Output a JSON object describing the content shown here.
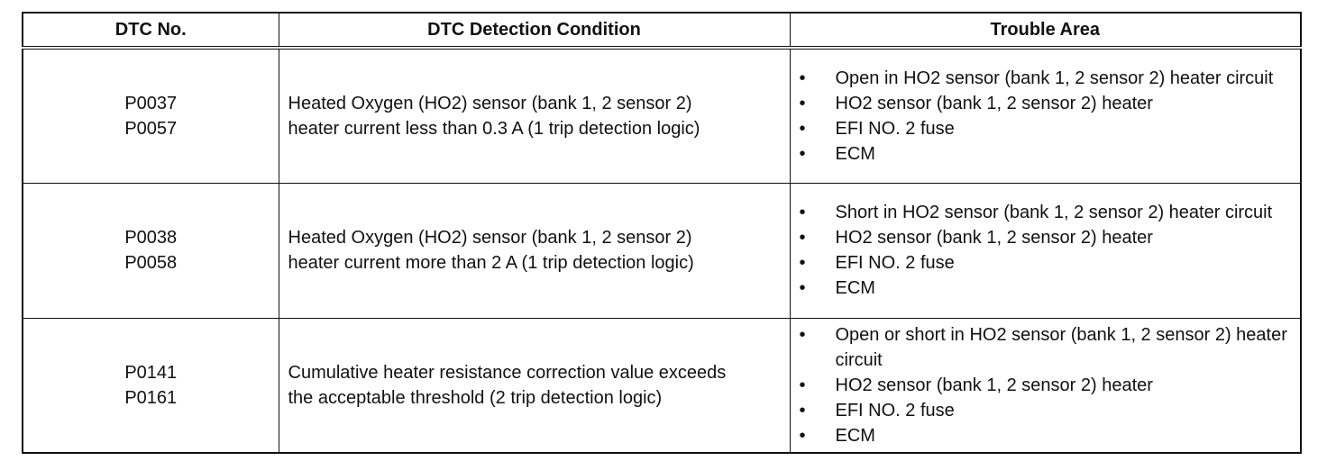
{
  "headers": {
    "dtc_no": "DTC No.",
    "detection_condition": "DTC Detection Condition",
    "trouble_area": "Trouble Area"
  },
  "bullet": "•",
  "rows": [
    {
      "codes": [
        "P0037",
        "P0057"
      ],
      "condition": [
        "Heated Oxygen (HO2) sensor (bank 1, 2 sensor 2)",
        "heater current less than 0.3 A (1 trip detection logic)"
      ],
      "areas": [
        "Open in HO2 sensor (bank 1, 2 sensor 2) heater circuit",
        "HO2 sensor (bank 1, 2 sensor 2) heater",
        "EFI NO. 2 fuse",
        "ECM"
      ]
    },
    {
      "codes": [
        "P0038",
        "P0058"
      ],
      "condition": [
        "Heated Oxygen (HO2) sensor (bank 1, 2 sensor 2)",
        "heater current more than 2 A (1 trip detection logic)"
      ],
      "areas": [
        "Short in HO2 sensor (bank 1, 2 sensor 2) heater circuit",
        "HO2 sensor (bank 1, 2 sensor 2) heater",
        "EFI NO. 2 fuse",
        "ECM"
      ]
    },
    {
      "codes": [
        "P0141",
        "P0161"
      ],
      "condition": [
        "Cumulative heater resistance correction value exceeds",
        "the acceptable threshold (2 trip detection logic)"
      ],
      "areas": [
        "Open or short in HO2 sensor (bank 1, 2 sensor 2) heater circuit",
        "HO2 sensor (bank 1, 2 sensor 2) heater",
        "EFI NO. 2 fuse",
        "ECM"
      ]
    }
  ]
}
